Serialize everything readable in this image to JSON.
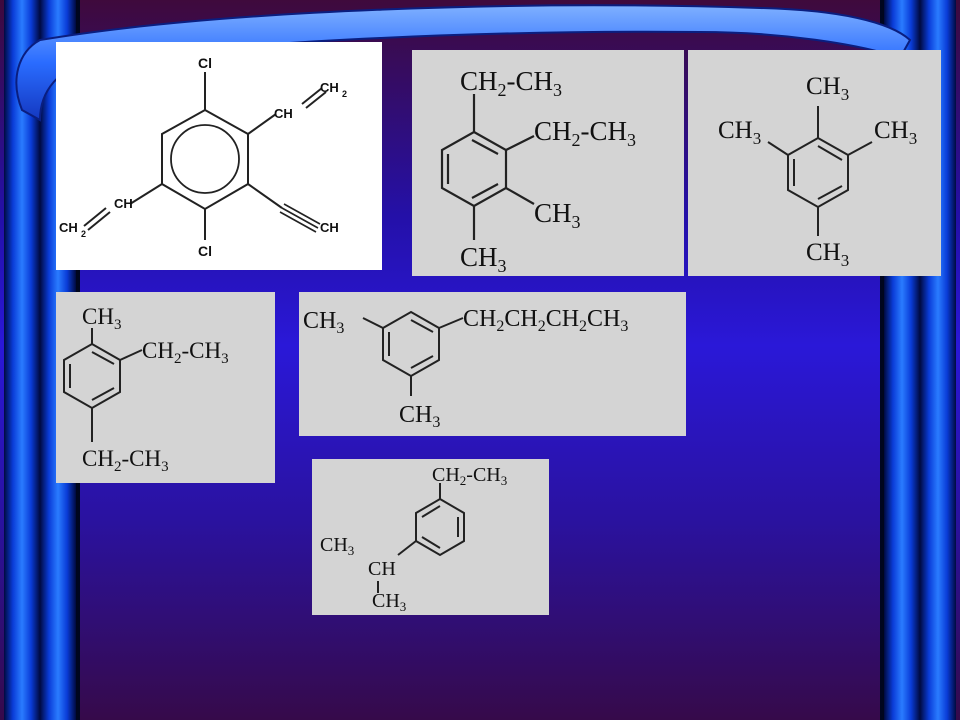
{
  "molecules": [
    {
      "id": "dichloro-divinyl-ethynyl-benzene",
      "labels": {
        "cl_top": "Cl",
        "cl_bottom": "Cl",
        "ch_right": "CH",
        "ch2_right": "CH",
        "ch2_right_sub": "2",
        "ch_left": "CH",
        "ch2_left": "CH",
        "ch2_left_sub": "2",
        "ch_alkyne": "CH"
      }
    },
    {
      "id": "diethyl-dimethyl-benzene",
      "labels": {
        "t1a": "CH",
        "t1b": "2",
        "t1c": "-CH",
        "t1d": "3",
        "t2a": "CH",
        "t2b": "2",
        "t2c": "-CH",
        "t2d": "3",
        "t3a": "CH",
        "t3b": "3",
        "t4a": "CH",
        "t4b": "3"
      }
    },
    {
      "id": "tetramethyl-benzene",
      "labels": {
        "top": "CH",
        "top_sub": "3",
        "left": "CH",
        "left_sub": "3",
        "right": "CH",
        "right_sub": "3",
        "bottom": "CH",
        "bottom_sub": "3"
      }
    },
    {
      "id": "diethyl-methyl-benzene",
      "labels": {
        "top": "CH",
        "top_sub": "3",
        "r1": "CH",
        "r2": "2",
        "r3": "-CH",
        "r4": "3",
        "b1": "CH",
        "b2": "2",
        "b3": "-CH",
        "b4": "3"
      }
    },
    {
      "id": "dimethyl-butyl-benzene",
      "labels": {
        "left": "CH",
        "left_sub": "3",
        "bottom": "CH",
        "bottom_sub": "3",
        "c1": "CH",
        "c2": "2",
        "c3": "CH",
        "c4": "2",
        "c5": "CH",
        "c6": "2",
        "c7": "CH",
        "c8": "3"
      }
    },
    {
      "id": "ethyl-isopropyl-benzene",
      "labels": {
        "e1": "CH",
        "e2": "2",
        "e3": "-CH",
        "e4": "3",
        "m1": "CH",
        "m1s": "3",
        "ch": "CH",
        "m2": "CH",
        "m2s": "3"
      }
    }
  ]
}
